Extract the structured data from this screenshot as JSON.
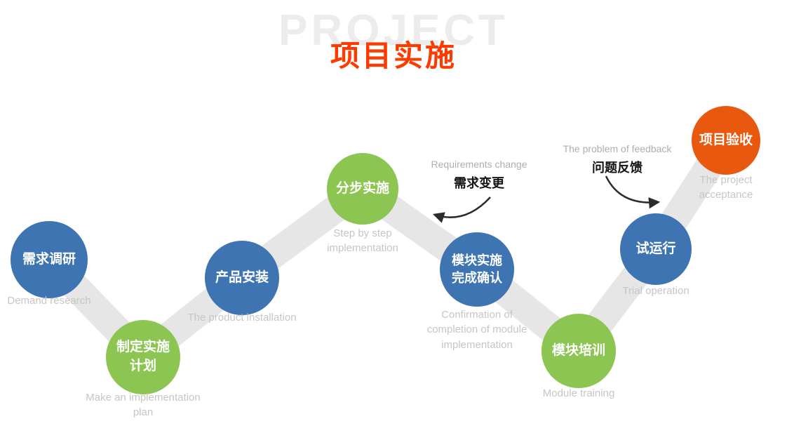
{
  "title": {
    "watermark": "PROJECT",
    "text": "项目实施"
  },
  "steps": [
    {
      "label": "需求调研",
      "sub": "Demand research"
    },
    {
      "label": "制定实施\n计划",
      "sub": "Make an implementation\nplan"
    },
    {
      "label": "产品安装",
      "sub": "The product installation"
    },
    {
      "label": "分步实施",
      "sub": "Step by step\nimplementation"
    },
    {
      "label": "模块实施\n完成确认",
      "sub": "Confirmation of\ncompletion of module\nimplementation"
    },
    {
      "label": "模块培训",
      "sub": "Module training"
    },
    {
      "label": "试运行",
      "sub": "Trial operation"
    },
    {
      "label": "项目验收",
      "sub": "The project acceptance"
    }
  ],
  "annotations": [
    {
      "en": "Requirements change",
      "zh": "需求变更"
    },
    {
      "en": "The problem of feedback",
      "zh": "问题反馈"
    }
  ],
  "colors": {
    "blue": "#3d74b1",
    "green": "#8cc551",
    "orange": "#e8580e",
    "title": "#fb3b00",
    "band": "#e6e6e6",
    "watermark": "#ececec",
    "gray_label": "#c6c6c6"
  }
}
